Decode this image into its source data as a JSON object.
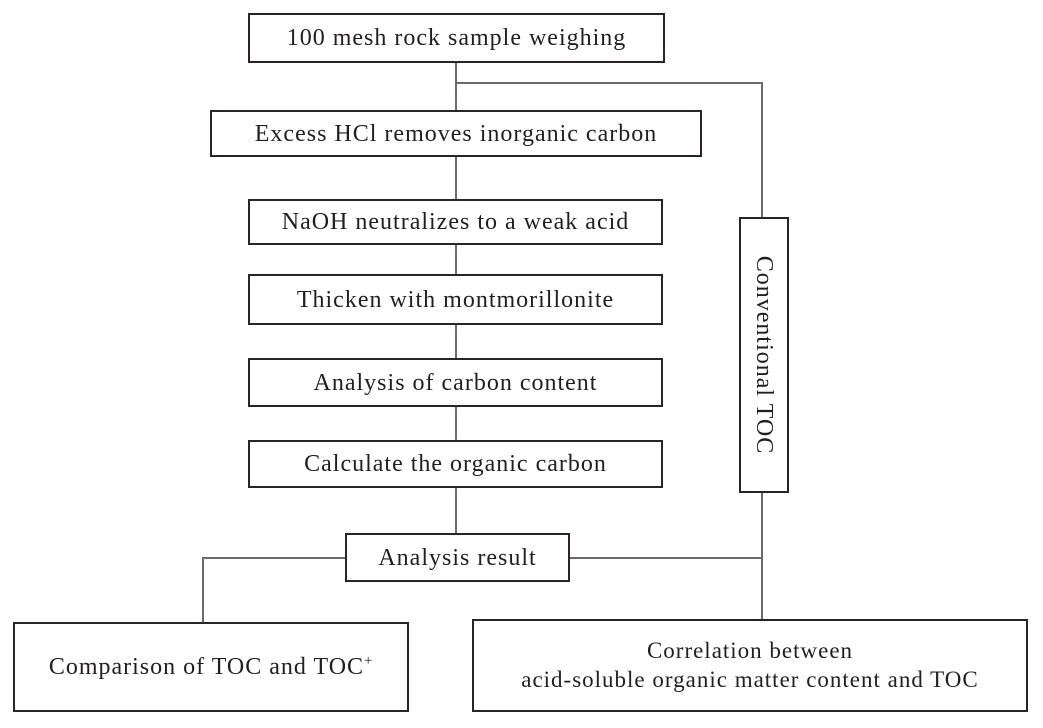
{
  "colors": {
    "background": "#ffffff",
    "box_border": "#2b2424",
    "connector": "#6e6a6a",
    "text": "#231e1e"
  },
  "flowchart": {
    "nodes": {
      "weighing": "100 mesh rock sample weighing",
      "hcl": "Excess HCl removes inorganic carbon",
      "naoh": "NaOH neutralizes to a weak acid",
      "thicken": "Thicken with montmorillonite",
      "analysis": "Analysis of carbon content",
      "calculate": "Calculate the organic carbon",
      "result": "Analysis result",
      "comparison_base": "Comparison of  TOC and TOC",
      "comparison_sup": "+",
      "correlation_line1": "Correlation between",
      "correlation_line2": "acid-soluble organic matter content and TOC",
      "conventional": "Conventional TOC"
    }
  }
}
